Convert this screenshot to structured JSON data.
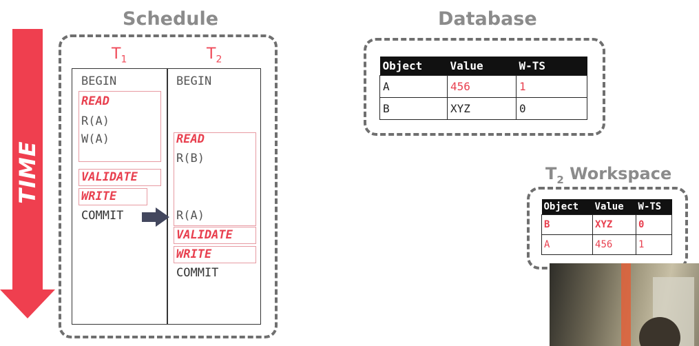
{
  "time_arrow": {
    "label": "TIME",
    "color": "#ef3f4f"
  },
  "schedule": {
    "title": "Schedule",
    "t1_header": "T",
    "t1_sub": "1",
    "t2_header": "T",
    "t2_sub": "2",
    "t1_ops": {
      "begin": "BEGIN",
      "read": "READ",
      "ra": "R(A)",
      "wa": "W(A)",
      "validate": "VALIDATE",
      "write": "WRITE",
      "commit": "COMMIT"
    },
    "t2_ops": {
      "begin": "BEGIN",
      "read": "READ",
      "rb": "R(B)",
      "ra": "R(A)",
      "validate": "VALIDATE",
      "write": "WRITE",
      "commit": "COMMIT"
    }
  },
  "database": {
    "title": "Database",
    "headers": [
      "Object",
      "Value",
      "W-TS"
    ],
    "rows": [
      [
        "A",
        "456",
        "1"
      ],
      [
        "B",
        "XYZ",
        "0"
      ]
    ]
  },
  "workspace": {
    "title_prefix": "T",
    "title_sub": "2",
    "title_suffix": " Workspace",
    "headers": [
      "Object",
      "Value",
      "W-TS"
    ],
    "rows": [
      [
        "B",
        "XYZ",
        "0"
      ],
      [
        "A",
        "456",
        "1"
      ]
    ]
  },
  "accent_color": "#e8404f"
}
